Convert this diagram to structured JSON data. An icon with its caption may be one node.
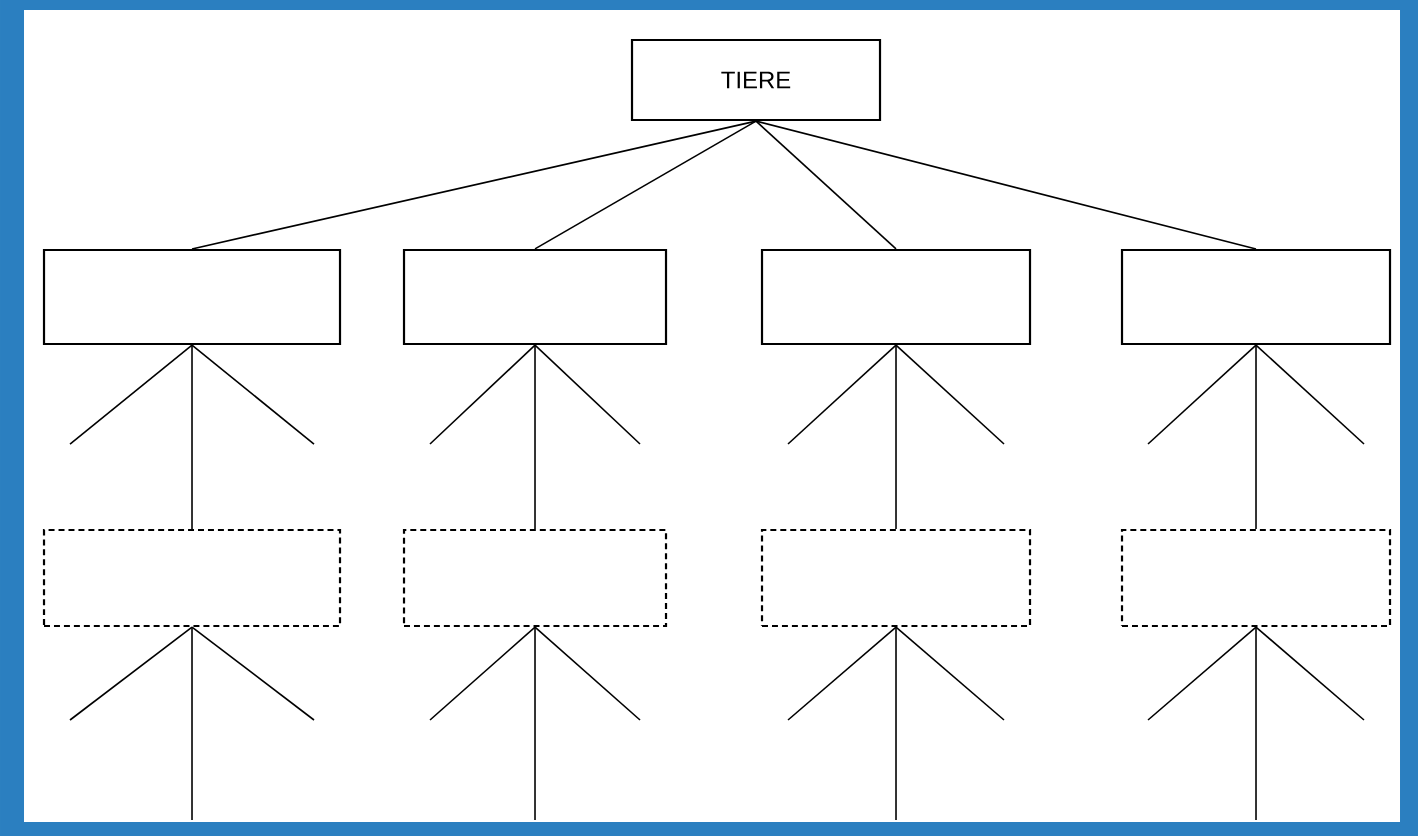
{
  "diagram": {
    "nodes": [
      {
        "text": [
          "TIERE"
        ]
      },
      {
        "text": [],
        "shape": "box"
      },
      {
        "text": [],
        "shape": "box"
      },
      {
        "text": [],
        "shape": "box"
      },
      {
        "text": [],
        "shape": "box"
      },
      {
        "text": [],
        "shape": "box"
      },
      {
        "text": [],
        "shape": "box"
      },
      {
        "text": [],
        "shape": "box"
      },
      {
        "text": [],
        "shape": "box"
      }
    ],
    "edges": [
      {
        "from": 0,
        "to": 1,
        "arrow": "none"
      },
      {
        "from": 0,
        "to": 2,
        "arrow": "none"
      },
      {
        "from": 0,
        "to": 3,
        "arrow": "none"
      },
      {
        "from": 0,
        "to": 4,
        "arrow": "none"
      },
      {
        "from": 1,
        "to": 5,
        "arrow": "none"
      },
      {
        "from": 2,
        "to": 6,
        "arrow": "none"
      },
      {
        "from": 3,
        "to": 7,
        "arrow": "none"
      },
      {
        "from": 4,
        "to": 8,
        "arrow": "none"
      },
      {
        "from": 1,
        "to": null,
        "arrow": "none"
      },
      {
        "from": 1,
        "to": null,
        "arrow": "none"
      },
      {
        "from": 2,
        "to": null,
        "arrow": "none"
      },
      {
        "from": 2,
        "to": null,
        "arrow": "none"
      },
      {
        "from": 3,
        "to": null,
        "arrow": "none"
      },
      {
        "from": 3,
        "to": null,
        "arrow": "none"
      },
      {
        "from": 4,
        "to": null,
        "arrow": "none"
      },
      {
        "from": 4,
        "to": null,
        "arrow": "none"
      },
      {
        "from": 5,
        "to": null,
        "arrow": "none"
      },
      {
        "from": 5,
        "to": null,
        "arrow": "none"
      },
      {
        "from": 5,
        "to": null,
        "arrow": "none"
      },
      {
        "from": 6,
        "to": null,
        "arrow": "none"
      },
      {
        "from": 6,
        "to": null,
        "arrow": "none"
      },
      {
        "from": 6,
        "to": null,
        "arrow": "none"
      },
      {
        "from": 7,
        "to": null,
        "arrow": "none"
      },
      {
        "from": 7,
        "to": null,
        "arrow": "none"
      },
      {
        "from": 7,
        "to": null,
        "arrow": "none"
      },
      {
        "from": 8,
        "to": null,
        "arrow": "none"
      },
      {
        "from": 8,
        "to": null,
        "arrow": "none"
      },
      {
        "from": 8,
        "to": null,
        "arrow": "none"
      }
    ]
  }
}
